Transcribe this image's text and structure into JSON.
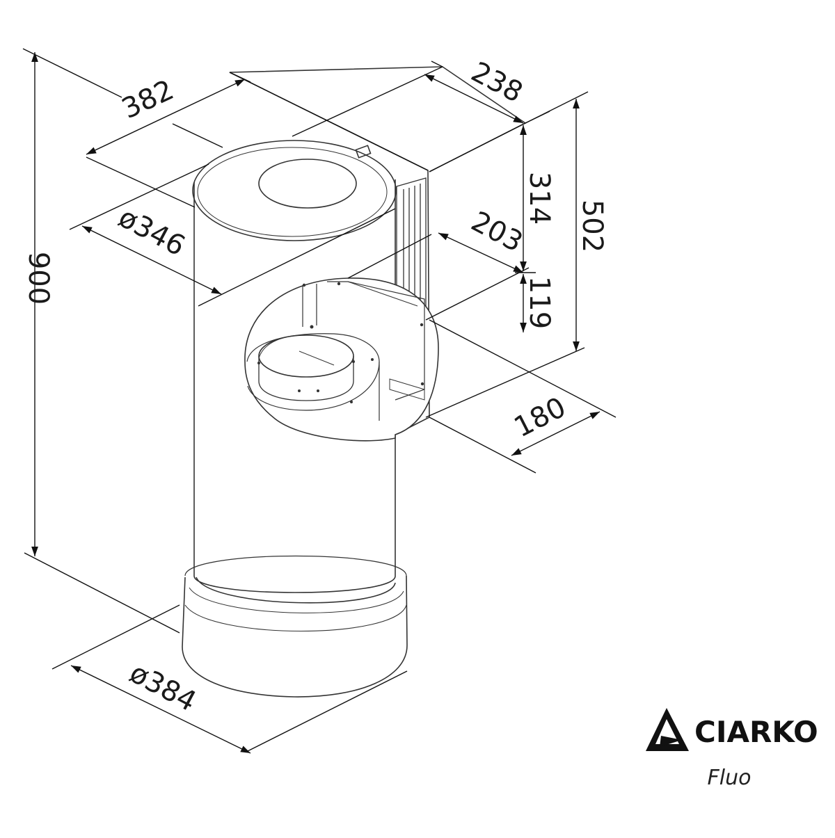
{
  "dimensions": {
    "width_top": "382",
    "depth": "238",
    "inner_diameter": "ø346",
    "total_height": "900",
    "box_height": "314",
    "box_total_height": "502",
    "inner_depth": "203",
    "lower_height": "119",
    "box_depth": "180",
    "base_diameter": "ø384"
  },
  "brand": {
    "name": "CIARKO",
    "model": "Fluo"
  },
  "icons": {
    "logo": "ciarko-triangle-logo"
  }
}
